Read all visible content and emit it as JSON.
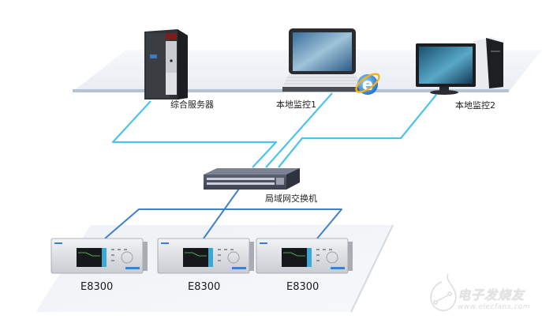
{
  "diagram": {
    "title": "Network topology",
    "nodes": {
      "server": {
        "label": "综合服务器",
        "type": "tower-server"
      },
      "monitor1": {
        "label": "本地监控1",
        "type": "laptop",
        "badge": "ie-browser"
      },
      "monitor2": {
        "label": "本地监控2",
        "type": "desktop-pc"
      },
      "switch": {
        "label": "局域网交换机",
        "type": "lan-switch"
      },
      "devices": [
        {
          "label": "E8300",
          "type": "power-monitoring-device"
        },
        {
          "label": "E8300",
          "type": "power-monitoring-device"
        },
        {
          "label": "E8300",
          "type": "power-monitoring-device"
        }
      ]
    },
    "edges": [
      {
        "from": "server",
        "to": "switch"
      },
      {
        "from": "monitor1",
        "to": "switch"
      },
      {
        "from": "monitor2",
        "to": "switch"
      },
      {
        "from": "switch",
        "to": "devices.0"
      },
      {
        "from": "switch",
        "to": "devices.1"
      },
      {
        "from": "switch",
        "to": "devices.2"
      }
    ],
    "colors": {
      "upper_link": "#4cc3ec",
      "lower_link": "#3f7fd0",
      "platform": "#eef1f5",
      "platform_edge": "#a9b9c8"
    }
  },
  "watermark": {
    "brand": "电子发烧友",
    "url": "www.elecfans.com"
  }
}
